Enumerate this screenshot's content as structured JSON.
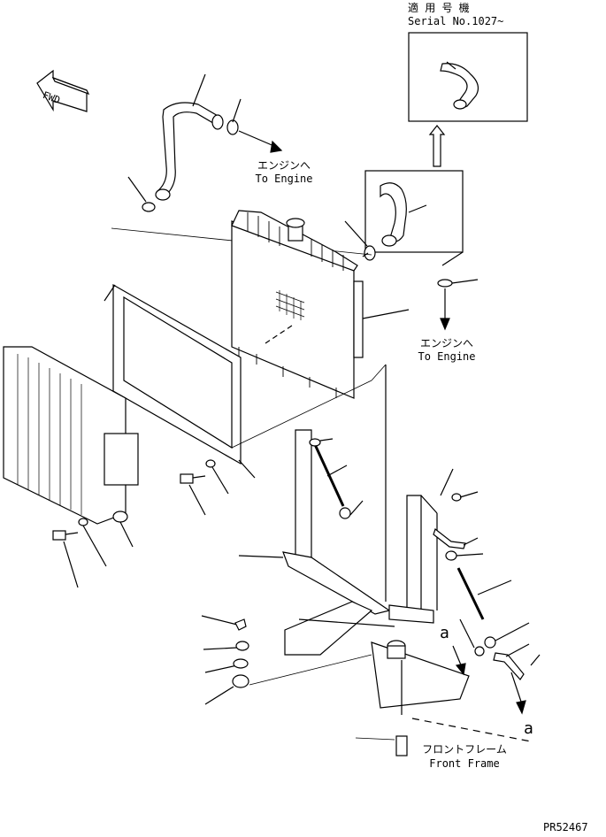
{
  "fwd_label": "FWD",
  "serial_heading": {
    "line1": "適 用 号 機",
    "line2": "Serial No.1027~"
  },
  "callouts": {
    "to_engine_upper": {
      "jp": "エンジンへ",
      "en": "To Engine"
    },
    "to_engine_lower": {
      "jp": "エンジンへ",
      "en": "To Engine"
    },
    "front_frame": {
      "jp": "フロントフレーム",
      "en": "Front Frame"
    }
  },
  "reference_marks": [
    "a",
    "a"
  ],
  "drawing_number": "PR52467"
}
